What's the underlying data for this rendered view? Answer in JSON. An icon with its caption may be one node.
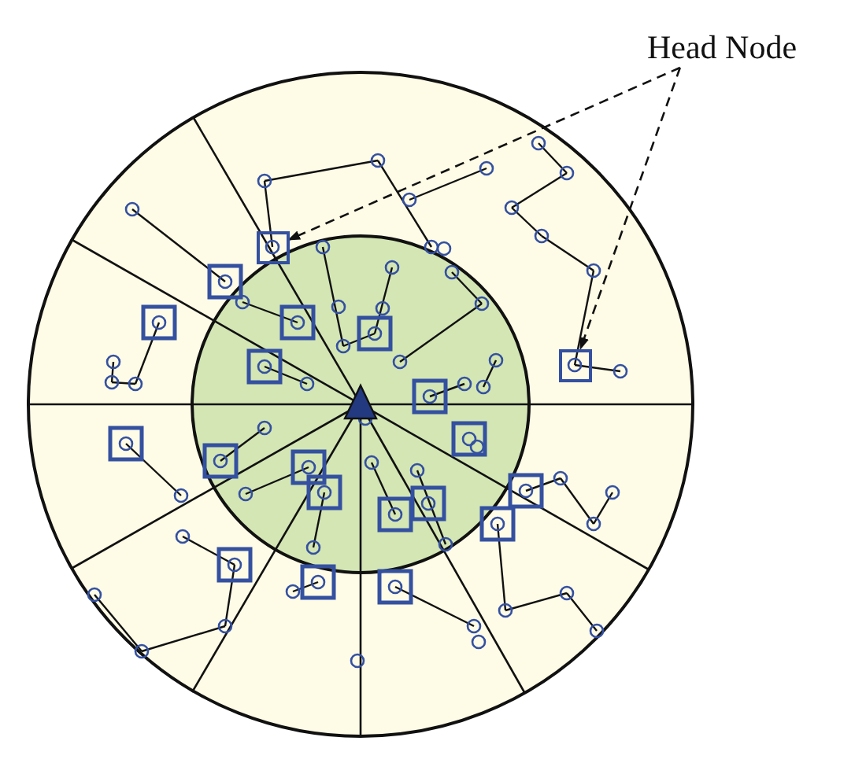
{
  "diagram": {
    "nodes": [
      {
        "text": [
          "Head Node"
        ]
      },
      {
        "text": [],
        "shape": "box"
      },
      {
        "text": [],
        "shape": "box"
      }
    ],
    "edges": [
      {
        "from": 0,
        "to": 1,
        "arrow": "to",
        "style": "dashed"
      },
      {
        "from": 0,
        "to": 2,
        "arrow": "to",
        "style": "dashed"
      }
    ]
  }
}
